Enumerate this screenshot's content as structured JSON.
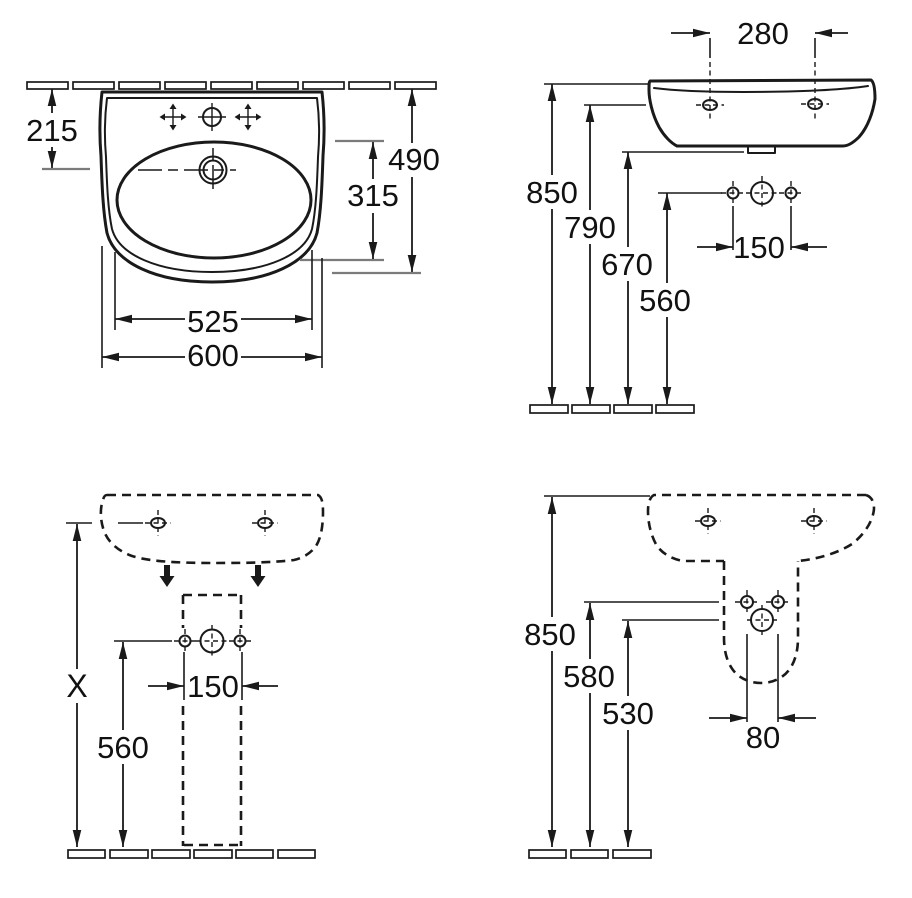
{
  "figure": {
    "kind": "technical dimension drawing",
    "subject": "washbasin with pedestal, four orthographic views"
  },
  "colors": {
    "line": "#1a1a1a",
    "reference_line": "#7b7b7b",
    "background": "#ffffff"
  },
  "views": {
    "top": {
      "labels": {
        "wall_to_drain": "215",
        "overall_depth": "490",
        "bowl_depth": "315",
        "bowl_width": "525",
        "overall_width": "600"
      }
    },
    "front": {
      "labels": {
        "fixing_hole_spacing": "280",
        "rim_height": "850",
        "fixing_hole_height": "790",
        "basin_underside_height": "670",
        "connection_height": "560",
        "connection_spacing": "150"
      }
    },
    "pedestal_front": {
      "labels": {
        "variable_height": "X",
        "connection_height": "560",
        "connection_spacing": "150"
      }
    },
    "pedestal_side": {
      "labels": {
        "rim_height": "850",
        "upper_connection_height": "580",
        "lower_connection_height": "530",
        "outlet_spacing": "80"
      }
    }
  }
}
